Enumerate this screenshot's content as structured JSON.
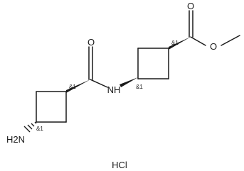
{
  "molecule": {
    "atoms": {
      "carbonyl_oxygen": "O",
      "amide_nitrogen": "NH",
      "ester_oxygen_double": "O",
      "ester_oxygen_single": "O",
      "amine": "H2N"
    },
    "stereo_labels": {
      "amide_ring_carbon": "&1",
      "acid_ring_carbon": "&1",
      "nh_ring_carbon": "&1",
      "amine_ring_carbon": "&1"
    },
    "salt": "HCl"
  }
}
